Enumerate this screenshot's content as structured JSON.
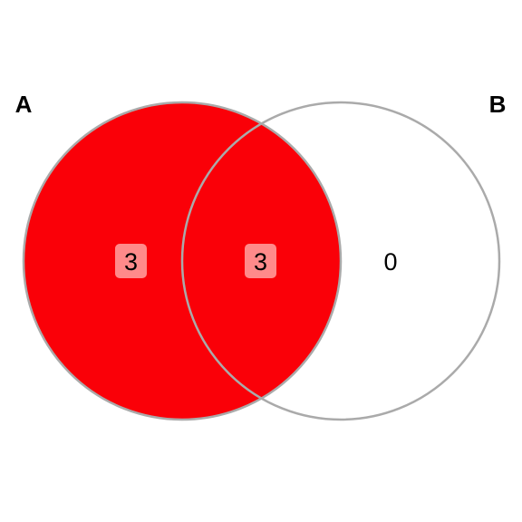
{
  "sets": [
    {
      "name": "A",
      "color": "#FA0008",
      "outline": "#AAAAAA"
    },
    {
      "name": "B",
      "color": "#FFFFFF",
      "outline": "#AAAAAA"
    }
  ],
  "regions": {
    "a_only": {
      "count": "3",
      "fill": "#FA0008",
      "badge": "#FF8A8A"
    },
    "a_and_b": {
      "count": "3",
      "fill": "#FA0008",
      "badge": "#FF8A8A"
    },
    "b_only": {
      "count": "0",
      "fill": "#FFFFFF"
    }
  }
}
